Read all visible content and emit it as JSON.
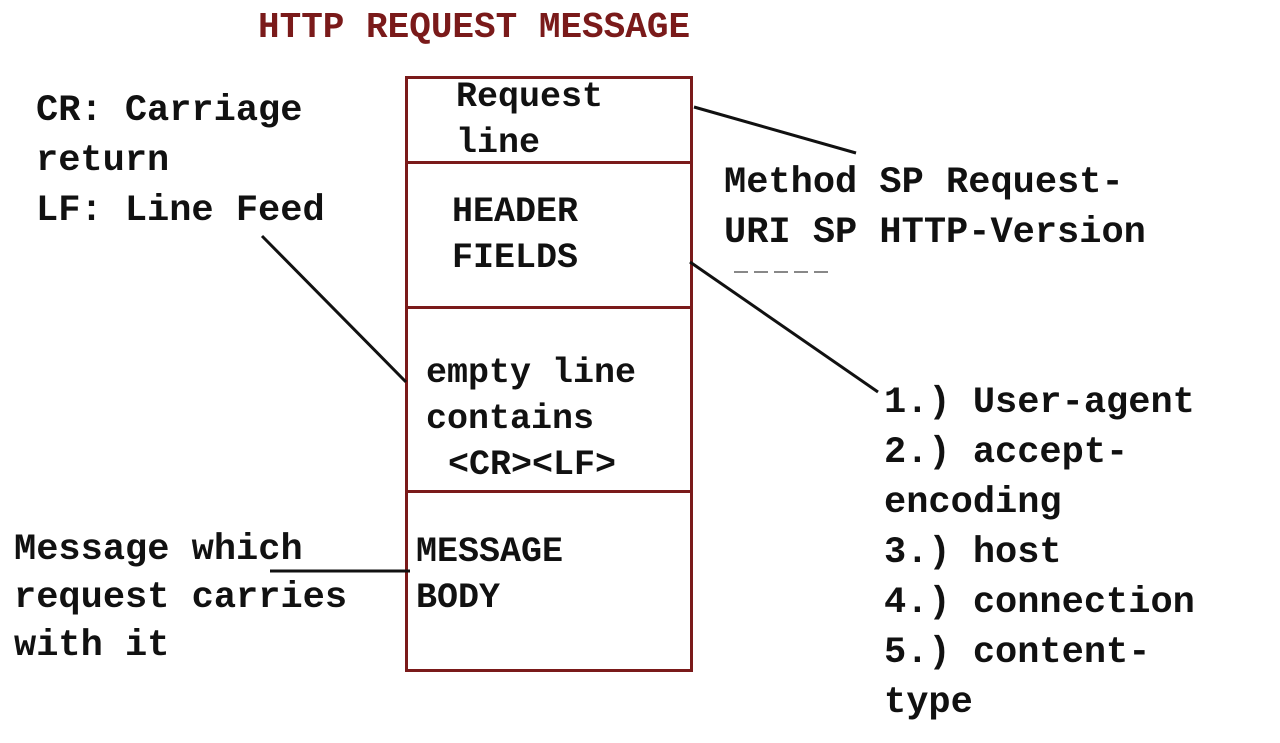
{
  "title": "HTTP REQUEST MESSAGE",
  "colors": {
    "title": "#7a1a1a",
    "box_border": "#7a1a1a",
    "text": "#111111",
    "lines": "#111111"
  },
  "boxes": {
    "request_line": [
      "Request",
      "line"
    ],
    "header_fields": [
      "HEADER",
      "FIELDS"
    ],
    "empty_line": [
      "empty line",
      "contains",
      "<CR><LF>"
    ],
    "message_body": [
      "MESSAGE",
      "BODY"
    ]
  },
  "annotations": {
    "cr_lf": [
      "CR: Carriage",
      "return",
      "LF: Line Feed"
    ],
    "request_line_format": [
      "Method SP Request-",
      "URI SP HTTP-Version"
    ],
    "header_list": [
      "1.) User-agent",
      "2.) accept-",
      "encoding",
      "3.) host",
      "4.) connection",
      "5.) content-",
      "type"
    ],
    "body_note": [
      "Message which",
      "request carries",
      "with it"
    ]
  }
}
